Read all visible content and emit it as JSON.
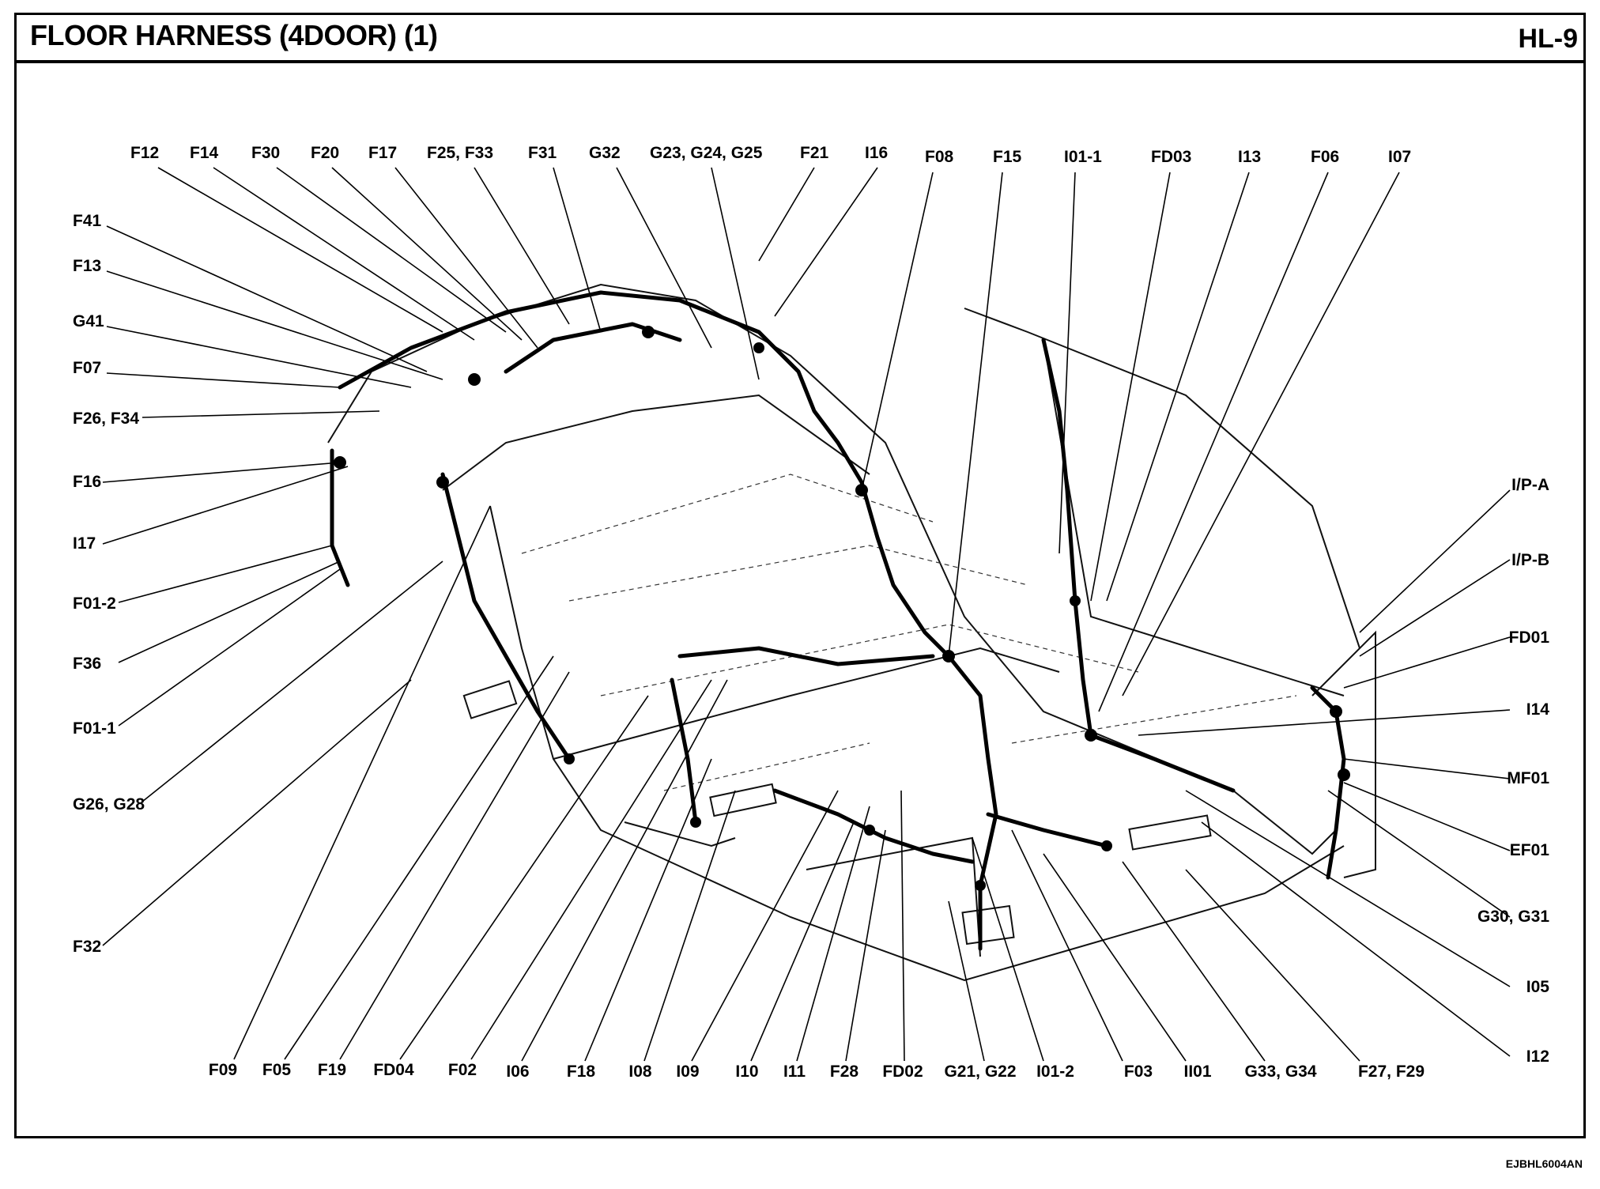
{
  "header": {
    "title": "FLOOR HARNESS (4DOOR) (1)",
    "page_code": "HL-9"
  },
  "footer": {
    "image_code": "EJBHL6004AN"
  },
  "diagram": {
    "callouts": [
      "F12",
      "F14",
      "F30",
      "F20",
      "F17",
      "F25, F33",
      "F31",
      "G32",
      "G23, G24, G25",
      "F21",
      "I16",
      "F08",
      "F15",
      "I01-1",
      "FD03",
      "I13",
      "F06",
      "I07",
      "F41",
      "F13",
      "G41",
      "F07",
      "F26, F34",
      "F16",
      "I17",
      "F01-2",
      "F36",
      "F01-1",
      "G26, G28",
      "F32",
      "I/P-A",
      "I/P-B",
      "FD01",
      "I14",
      "MF01",
      "EF01",
      "G30, G31",
      "I05",
      "I12",
      "F09",
      "F05",
      "F19",
      "FD04",
      "F02",
      "I06",
      "F18",
      "I08",
      "I09",
      "I10",
      "I11",
      "F28",
      "FD02",
      "G21, G22",
      "I01-2",
      "F03",
      "II01",
      "G33, G34",
      "F27, F29"
    ]
  }
}
